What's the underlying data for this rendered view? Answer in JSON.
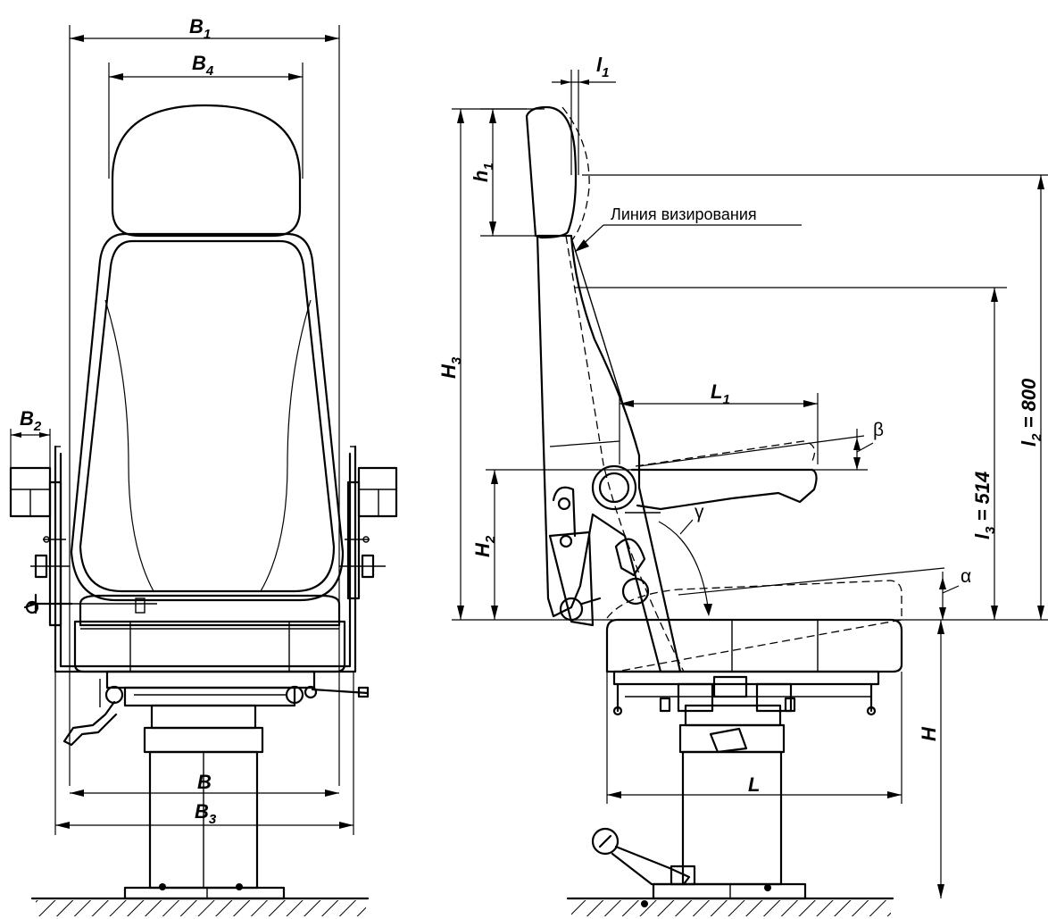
{
  "front_view": {
    "labels": {
      "B1": {
        "main": "B",
        "sub": "1"
      },
      "B4": {
        "main": "B",
        "sub": "4"
      },
      "B2": {
        "main": "B",
        "sub": "2"
      },
      "B": {
        "main": "B",
        "sub": ""
      },
      "B3": {
        "main": "B",
        "sub": "3"
      }
    }
  },
  "side_view": {
    "labels": {
      "l1": {
        "main": "l",
        "sub": "1"
      },
      "h1": {
        "main": "h",
        "sub": "1"
      },
      "H3": {
        "main": "H",
        "sub": "3"
      },
      "H2": {
        "main": "H",
        "sub": "2"
      },
      "L1": {
        "main": "L",
        "sub": "1"
      },
      "L": {
        "main": "L",
        "sub": ""
      },
      "H": {
        "main": "H",
        "sub": ""
      },
      "l3": {
        "main": "l",
        "sub": "3",
        "value": " = 514"
      },
      "l2": {
        "main": "l",
        "sub": "2",
        "value": " = 800"
      }
    },
    "angles": {
      "beta": "β",
      "gamma": "γ",
      "alpha": "α"
    },
    "sight_line_label": "Линия визирования"
  }
}
